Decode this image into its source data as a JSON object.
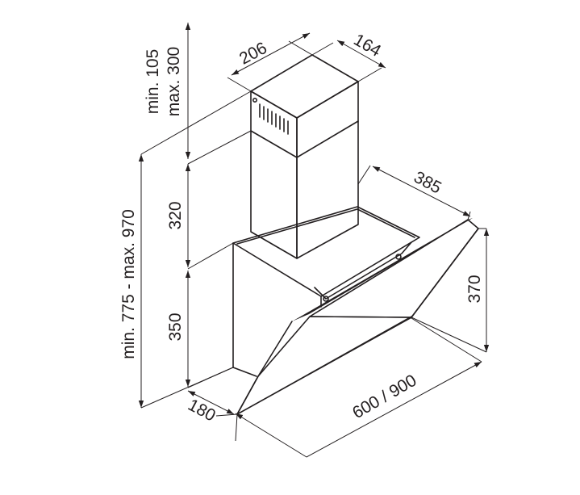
{
  "dimensions": {
    "chimney_width": "206",
    "chimney_depth": "164",
    "chimney_min": "min. 105",
    "chimney_max": "max. 300",
    "overall_height": "min. 775 - max. 970",
    "upper_chimney_height": "320",
    "body_height": "350",
    "body_depth": "180",
    "glass_depth": "385",
    "glass_height": "370",
    "width": "600 / 900"
  },
  "colors": {
    "line": "#231f20",
    "background": "#ffffff"
  }
}
